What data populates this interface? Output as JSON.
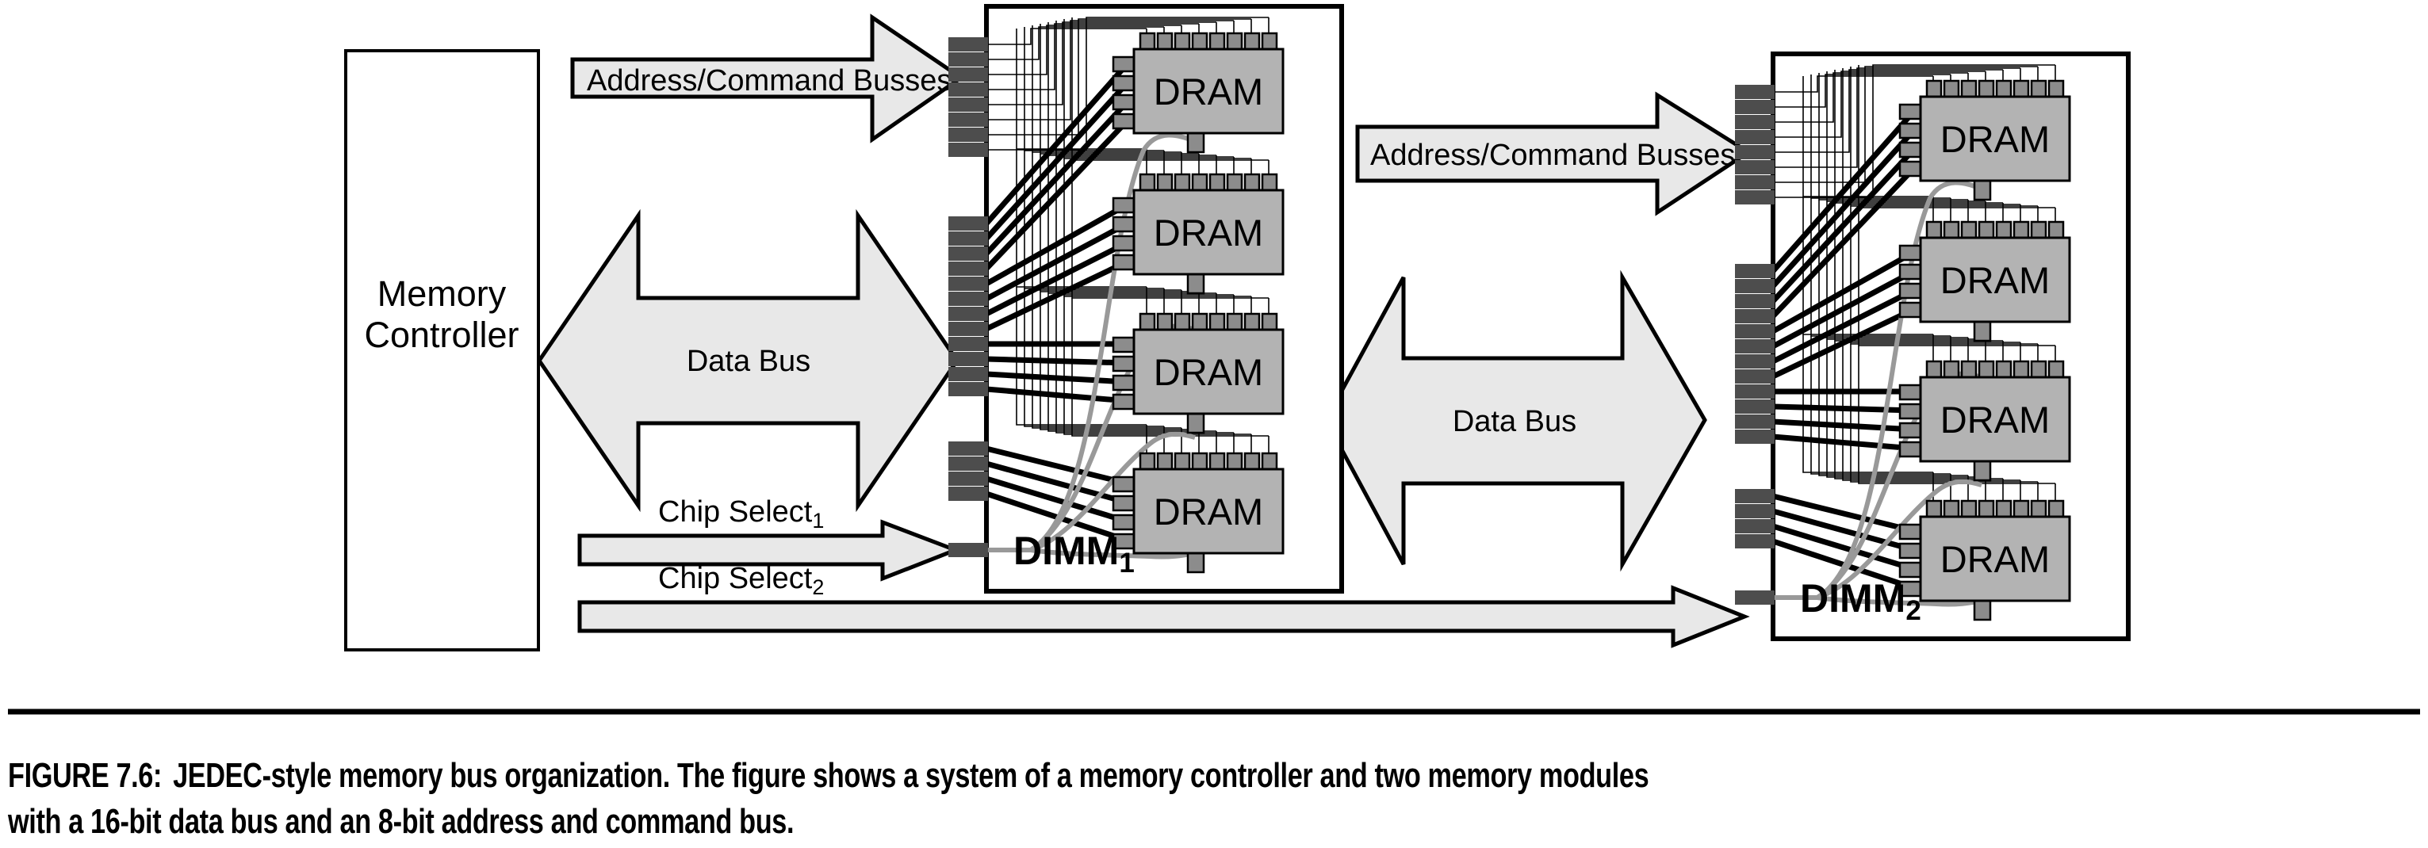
{
  "figure": {
    "caption_label": "FIGURE 7.6:",
    "caption_line1": "JEDEC-style memory bus organization. The figure shows a system of a memory controller and two memory modules",
    "caption_line2": "with a 16-bit data bus and an 8-bit address and command bus."
  },
  "controller": {
    "line1": "Memory",
    "line2": "Controller"
  },
  "busses": {
    "addr_cmd_1": "Address/Command Busses",
    "addr_cmd_2": "Address/Command Busses",
    "data_1": "Data Bus",
    "data_2": "Data Bus",
    "chip_select_1_base": "Chip Select",
    "chip_select_1_sub": "1",
    "chip_select_2_base": "Chip Select",
    "chip_select_2_sub": "2"
  },
  "modules": [
    {
      "label_base": "DIMM",
      "label_sub": "1",
      "chips": [
        "DRAM",
        "DRAM",
        "DRAM",
        "DRAM"
      ]
    },
    {
      "label_base": "DIMM",
      "label_sub": "2",
      "chips": [
        "DRAM",
        "DRAM",
        "DRAM",
        "DRAM"
      ]
    }
  ],
  "chip_label": "DRAM",
  "colors": {
    "arrow_fill": "#e8e8e8",
    "dram_fill": "#b3b3b3",
    "pin_fill": "#4d4d4d",
    "chip_pin_fill": "#8c8c8c",
    "board_fill": "#ffffff",
    "stroke": "#000000",
    "trace_gray": "#999999"
  },
  "counts": {
    "addr_cmd_bits": 8,
    "data_bits": 16,
    "chip_select_pins": 1,
    "dram_top_pins": 8,
    "dram_left_pins": 4
  }
}
